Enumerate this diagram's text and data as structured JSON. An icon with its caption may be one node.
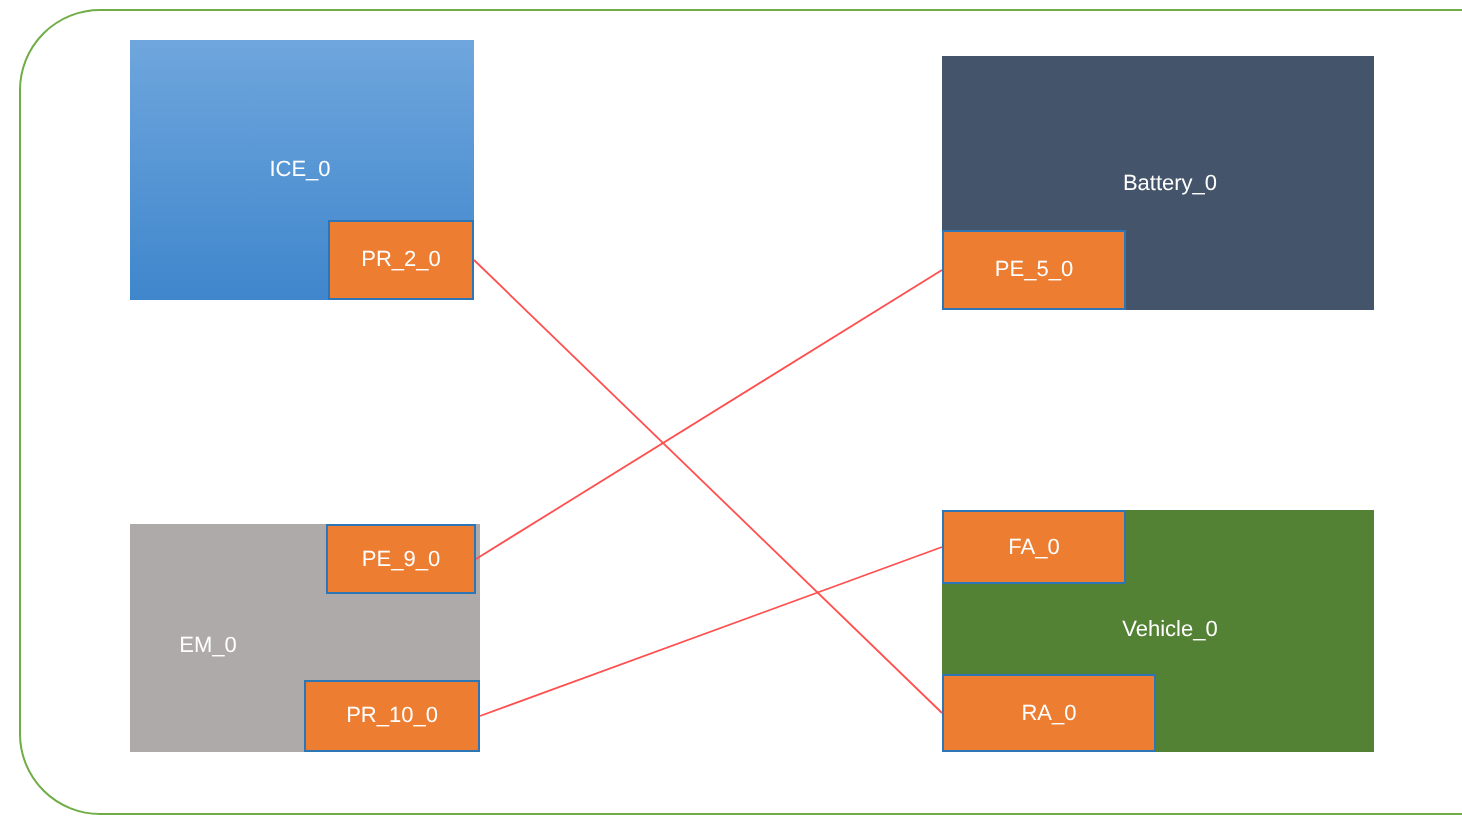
{
  "diagram": {
    "nodes": [
      {
        "text": [
          "ICE_0"
        ]
      },
      {
        "text": [
          "PR_2_0"
        ],
        "in": 0
      },
      {
        "text": [
          "Battery_0"
        ]
      },
      {
        "text": [
          "PE_5_0"
        ],
        "in": 2
      },
      {
        "text": [
          "EM_0"
        ]
      },
      {
        "text": [
          "PE_9_0"
        ],
        "in": 4
      },
      {
        "text": [
          "PR_10_0"
        ],
        "in": 4
      },
      {
        "text": [
          "Vehicle_0"
        ]
      },
      {
        "text": [
          "FA_0"
        ],
        "in": 7
      },
      {
        "text": [
          "RA_0"
        ],
        "in": 7
      }
    ],
    "edges": [
      {
        "from": 1,
        "to": 9,
        "arrow": "none"
      },
      {
        "from": 5,
        "to": 3,
        "arrow": "none"
      },
      {
        "from": 6,
        "to": 8,
        "arrow": "none"
      }
    ]
  }
}
